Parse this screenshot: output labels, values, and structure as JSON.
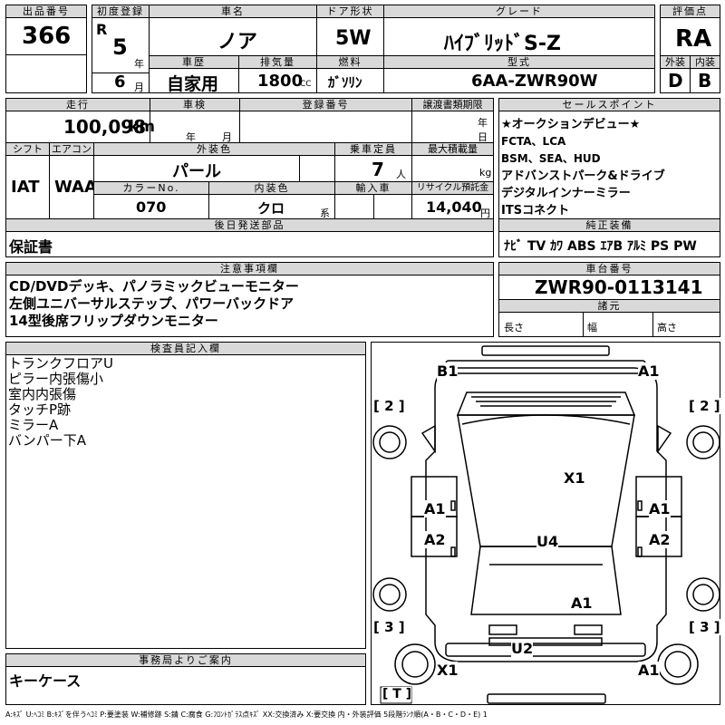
{
  "labels": {
    "lot_no": "出品番号",
    "first_reg": "初度登録",
    "car_name": "車名",
    "door": "ドア形状",
    "grade": "グレード",
    "rating": "評価点",
    "history": "車歴",
    "displacement": "排気量",
    "fuel": "燃料",
    "model_code": "型式",
    "ext": "外装",
    "int": "内装",
    "mileage": "走行",
    "inspection": "車検",
    "reg_no": "登録番号",
    "transfer": "譲渡書類期限",
    "sales_point": "セールスポイント",
    "shift": "シフト",
    "aircon": "エアコン",
    "ext_color": "外装色",
    "capacity": "乗車定員",
    "max_load": "最大積載量",
    "color_no": "カラーNo.",
    "int_color": "内装色",
    "import": "輸入車",
    "recycle": "リサイクル預託金",
    "later_parts": "後日発送部品",
    "genuine": "純正装備",
    "notes": "注意事項欄",
    "chassis": "車台番号",
    "specs": "諸元",
    "length": "長さ",
    "width": "幅",
    "height": "高さ",
    "inspector": "検査員記入欄",
    "office": "事務局よりご案内",
    "era": "R",
    "year_unit": "年",
    "month_unit": "月",
    "cc": "CC",
    "km": "km",
    "insp_year": "年",
    "insp_month": "月",
    "transfer_year": "年",
    "transfer_month": "日",
    "person": "人",
    "kg": "kg",
    "sys": "系",
    "yen": "円"
  },
  "values": {
    "lot_no": "366",
    "year": "5",
    "month": "6",
    "car_name": "ノア",
    "door": "5W",
    "grade": "ﾊｲﾌﾞﾘｯﾄﾞS-Z",
    "rating": "RA",
    "history": "自家用",
    "displacement": "1800",
    "fuel": "ｶﾞｿﾘﾝ",
    "model_code": "6AA-ZWR90W",
    "ext": "D",
    "int": "B",
    "mileage": "100,098",
    "shift": "IAT",
    "aircon": "WAA",
    "ext_color": "パール",
    "capacity": "7",
    "color_no": "070",
    "int_color": "クロ",
    "recycle": "14,040",
    "later_parts": "保証書",
    "chassis": "ZWR90-0113141",
    "office": "キーケース"
  },
  "sales_points": [
    "★オークションデビュー★",
    "FCTA、LCA",
    "BSM、SEA、HUD",
    "アドバンストパーク&ドライブ",
    "デジタルインナーミラー",
    "ITSコネクト"
  ],
  "genuine_equipment": [
    "ﾅﾋﾞ",
    "TV",
    "ｶﾜ",
    "ABS",
    "ｴｱB",
    "ｱﾙﾐ",
    "PS",
    "PW"
  ],
  "notes": [
    "CD/DVDデッキ、パノラミックビューモニター",
    "左側ユニバーサルステップ、パワーバックドア",
    "14型後席フリップダウンモニター"
  ],
  "inspector_notes": [
    "トランクフロアU",
    "ピラー内張傷小",
    "室内内張傷",
    "タッチP跡",
    "ミラーA",
    "バンパー下A"
  ],
  "diagram_marks": {
    "front_left": "B1",
    "front_right": "A1",
    "left_count": "[ 2 ]",
    "right_count": "[ 2 ]",
    "roof": "X1",
    "left_door_front": "A1",
    "right_door_front": "A1",
    "left_door_rear": "A2",
    "right_door_rear": "A2",
    "floor": "U4",
    "rear_panel": "A1",
    "left_count_rear": "[ 3 ]",
    "right_count_rear": "[ 3 ]",
    "rear_bumper": "U2",
    "rear_left": "X1",
    "rear_right": "A1",
    "tail": "[ T ]"
  },
  "legend": "A:ｷｽﾞ U:ﾍｺﾐ B:ｷｽﾞを伴うﾍｺﾐ P:要塗装 W:補修跡 S:錆 C:腐食 G:ﾌﾛﾝﾄｶﾞﾗｽ点ｷｽﾞ XX:交換済み X:要交換 内・外装評価 5段階ﾗﾝｸ順(A・B・C・D・E) 1"
}
